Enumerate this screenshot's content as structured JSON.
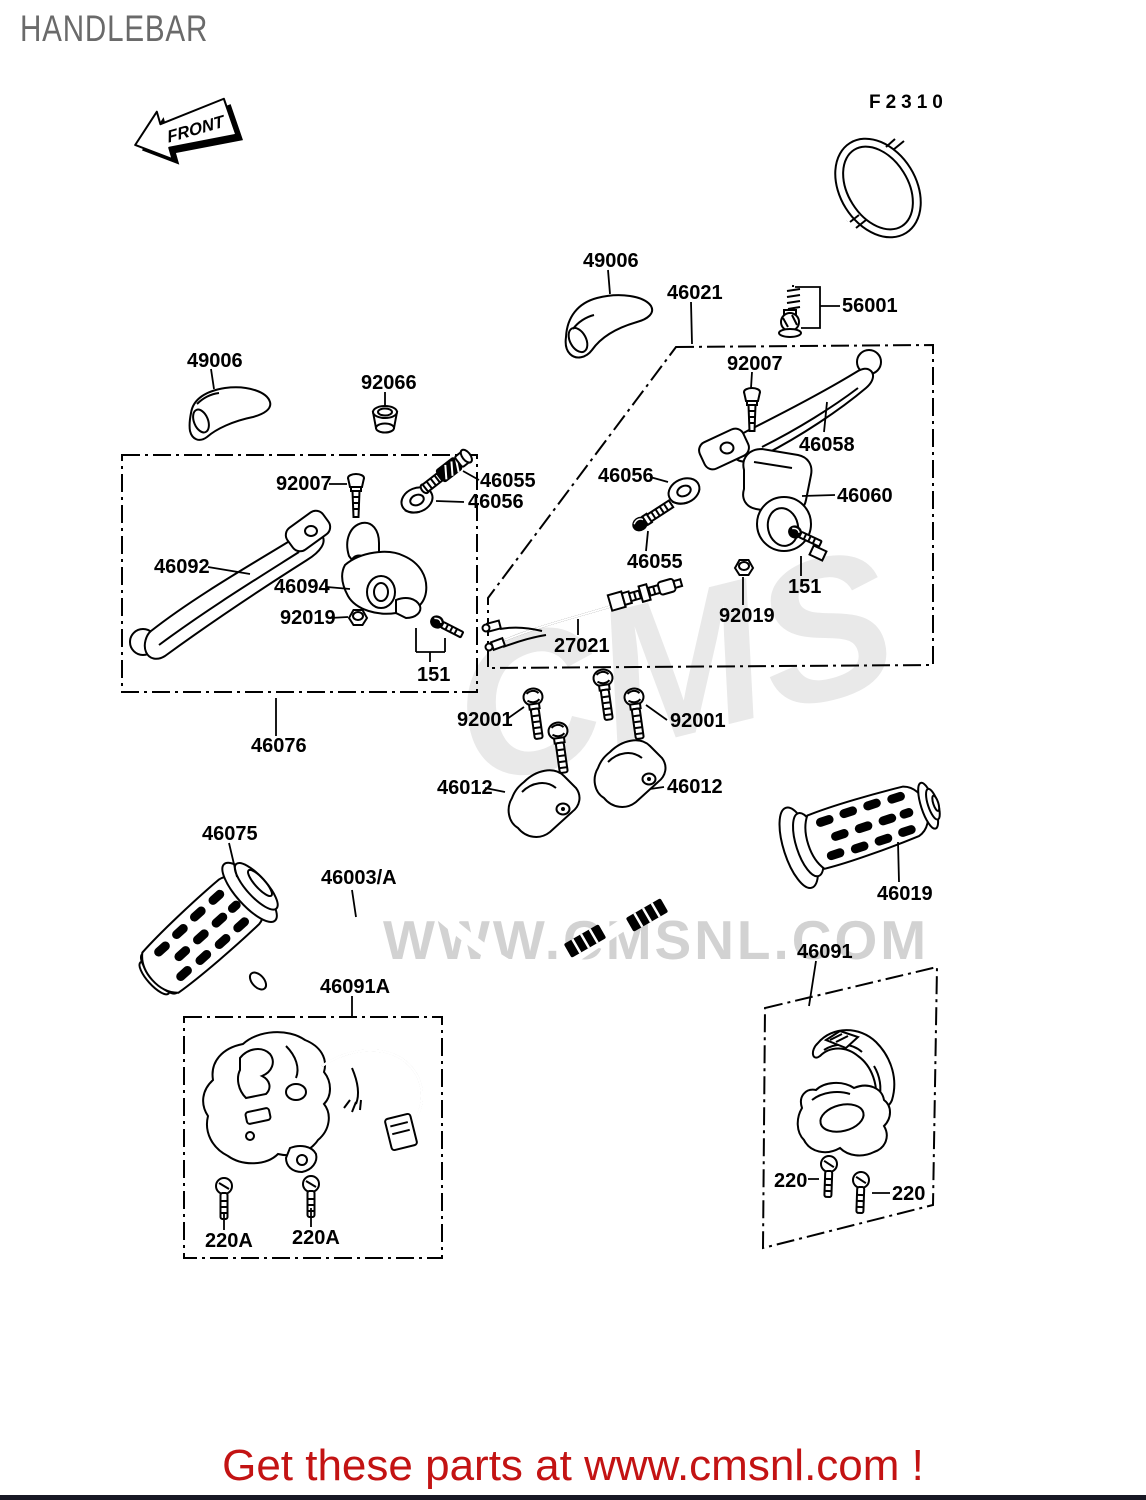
{
  "page": {
    "title": "HANDLEBAR",
    "figure_code": "F2310",
    "front_arrow_label": "FRONT"
  },
  "watermark": {
    "logo_text": "CMS",
    "url_text": "WWW.CMSNL.COM",
    "color": "#d2d2d2"
  },
  "footer": {
    "promo_text": "Get these parts at www.cmsnl.com !",
    "promo_color": "#c31313"
  },
  "colors": {
    "line": "#000000",
    "title_gray": "#6a6a6a",
    "background": "#ffffff"
  },
  "part_labels": [
    {
      "text": "49006"
    },
    {
      "text": "92066"
    },
    {
      "text": "49006"
    },
    {
      "text": "46021"
    },
    {
      "text": "56001"
    },
    {
      "text": "92007"
    },
    {
      "text": "46058"
    },
    {
      "text": "46056"
    },
    {
      "text": "46060"
    },
    {
      "text": "46055"
    },
    {
      "text": "151"
    },
    {
      "text": "92019"
    },
    {
      "text": "27021"
    },
    {
      "text": "92007"
    },
    {
      "text": "46055"
    },
    {
      "text": "46056"
    },
    {
      "text": "46092"
    },
    {
      "text": "46094"
    },
    {
      "text": "92019"
    },
    {
      "text": "151"
    },
    {
      "text": "46076"
    },
    {
      "text": "92001"
    },
    {
      "text": "92001"
    },
    {
      "text": "46012"
    },
    {
      "text": "46012"
    },
    {
      "text": "46075"
    },
    {
      "text": "46003/A"
    },
    {
      "text": "46019"
    },
    {
      "text": "46091"
    },
    {
      "text": "46091A"
    },
    {
      "text": "220A"
    },
    {
      "text": "220A"
    },
    {
      "text": "220"
    },
    {
      "text": "220"
    }
  ]
}
